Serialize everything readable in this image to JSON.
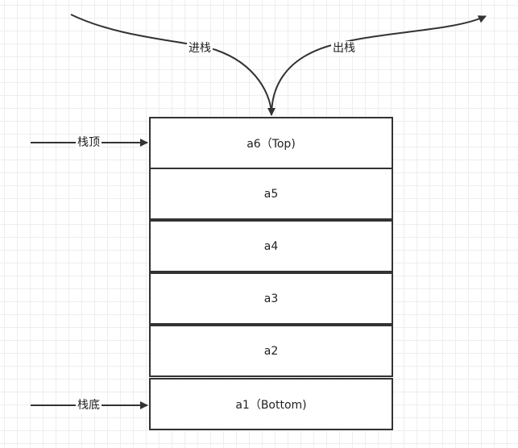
{
  "diagram": {
    "push_label": "进栈",
    "pop_label": "出栈",
    "top_pointer_label": "栈顶",
    "bottom_pointer_label": "栈底",
    "cells": [
      "a6（Top)",
      "a5",
      "a4",
      "a3",
      "a2",
      "a1（Bottom)"
    ]
  }
}
